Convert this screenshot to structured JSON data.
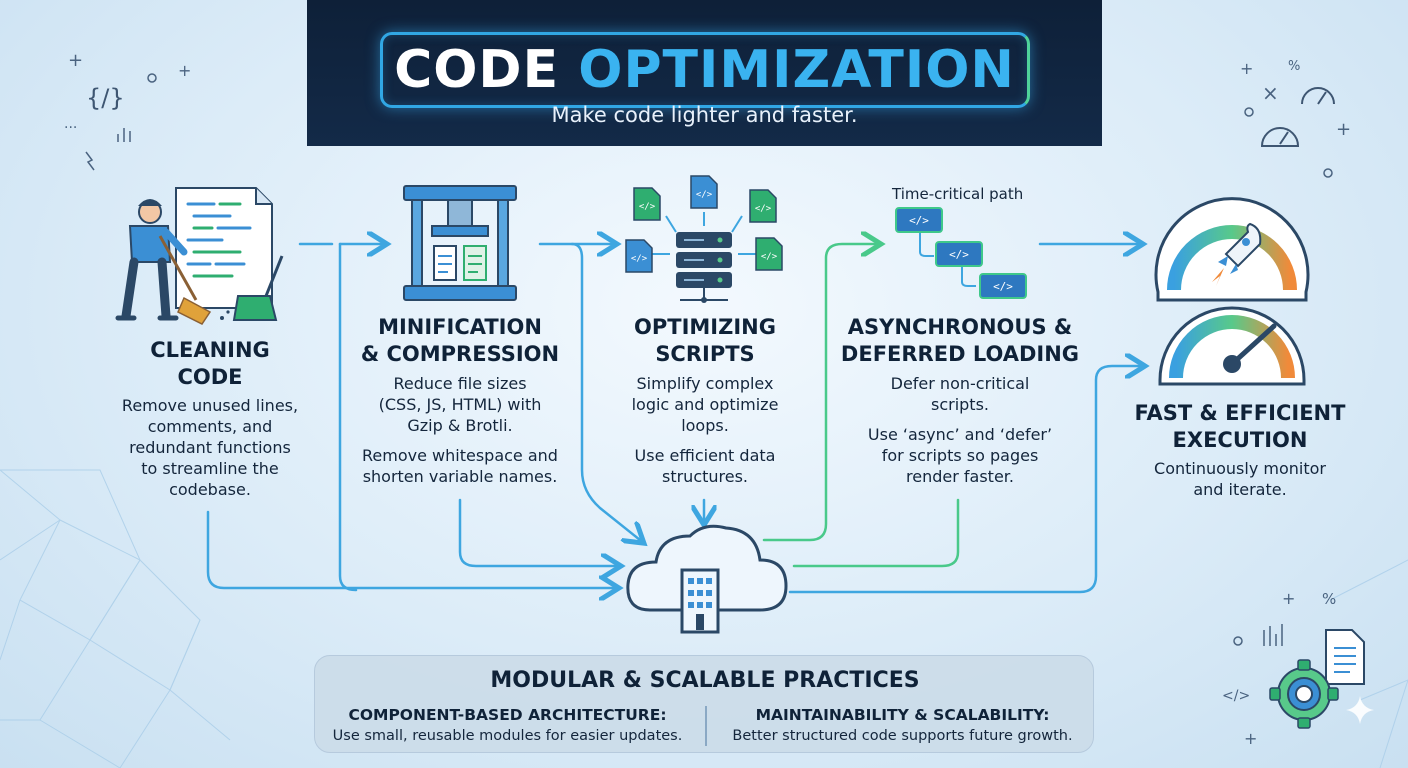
{
  "header": {
    "title_part1": "CODE",
    "title_part2": "OPTIMIZATION",
    "subtitle": "Make code lighter and faster."
  },
  "steps": [
    {
      "title": "CLEANING\nCODE",
      "text": "Remove unused lines,\ncomments, and\nredundant functions\nto streamline the\ncodebase.",
      "text2": ""
    },
    {
      "title": "MINIFICATION\n& COMPRESSION",
      "text": "Reduce file sizes\n(CSS, JS, HTML) with\nGzip & Brotli.",
      "text2": "Remove whitespace and\nshorten variable names."
    },
    {
      "title": "OPTIMIZING\nSCRIPTS",
      "text": "Simplify complex\nlogic and optimize\nloops.",
      "text2": "Use efficient data\nstructures."
    },
    {
      "title": "ASYNCHRONOUS &\nDEFERRED LOADING",
      "text": "Defer non-critical\nscripts.",
      "text2": "Use ‘async’ and ‘defer’\nfor scripts so pages\nrender faster."
    },
    {
      "title": "FAST & EFFICIENT\nEXECUTION",
      "text": "Continuously monitor\nand iterate.",
      "text2": ""
    }
  ],
  "time_critical_label": "Time-critical path",
  "code_glyph": "</>",
  "code_glyph_braces": "{/}",
  "practices": {
    "title": "MODULAR & SCALABLE PRACTICES",
    "left_heading": "COMPONENT-BASED ARCHITECTURE:",
    "left_text": "Use small, reusable modules for easier updates.",
    "right_heading": "MAINTAINABILITY & SCALABILITY:",
    "right_text": "Better structured code supports future growth."
  },
  "decorations": {
    "plus": "+",
    "times": "×",
    "percent": "%"
  },
  "colors": {
    "header_bg": "#0e2038",
    "title_accent": "#3ab3f0",
    "flow_blue": "#3ea6e0",
    "flow_green": "#49c98a",
    "text_dark": "#0f2238",
    "server_dark": "#2b4866",
    "file_green": "#2fae70",
    "file_blue": "#3b8fd4"
  },
  "icons": [
    "person-sweeping-icon",
    "press-machine-icon",
    "server-icon",
    "code-file-icon",
    "speedometer-icon",
    "rocket-icon",
    "cloud-building-icon",
    "gear-icon",
    "document-icon"
  ]
}
